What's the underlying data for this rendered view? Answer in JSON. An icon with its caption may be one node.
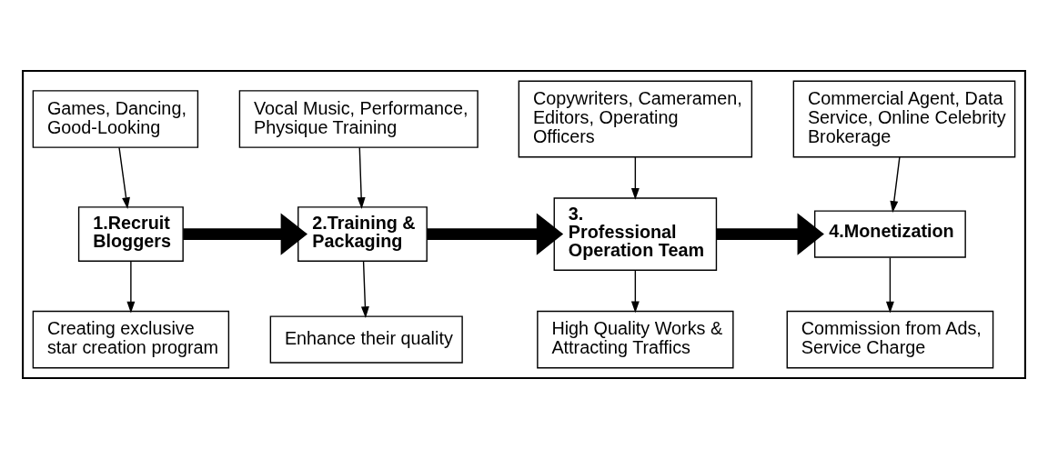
{
  "diagram": {
    "nodes": [
      {
        "text": [],
        "shape": "box"
      },
      {
        "text": [
          "Games, Dancing, Good-Looking"
        ],
        "in": 0
      },
      {
        "text": [
          "1.Recruit Bloggers"
        ],
        "in": 0
      },
      {
        "text": [
          "Creating exclusive star creation program"
        ],
        "in": 0
      },
      {
        "text": [
          "Vocal Music, Performance, Physique Training"
        ],
        "in": 0
      },
      {
        "text": [
          "2.Training & Packaging"
        ],
        "in": 0
      },
      {
        "text": [
          "Enhance their quality"
        ],
        "in": 0
      },
      {
        "text": [
          "Copywriters, Cameramen, Editors, Operating Officers"
        ],
        "in": 0
      },
      {
        "text": [
          "3. Professional Operation Team"
        ],
        "in": 0
      },
      {
        "text": [
          "High Quality Works & Attracting Traffics"
        ],
        "in": 0
      },
      {
        "text": [
          "Commercial Agent, Data Service, Online Celebrity Brokerage"
        ],
        "in": 0
      },
      {
        "text": [
          "4.Monetization"
        ],
        "in": 0
      },
      {
        "text": [
          "Commission from Ads, Service Charge"
        ],
        "in": 0
      }
    ],
    "edges": [
      {
        "from": 1,
        "to": 2,
        "arrow": "to"
      },
      {
        "from": 2,
        "to": 3,
        "arrow": "to"
      },
      {
        "from": 4,
        "to": 5,
        "arrow": "to"
      },
      {
        "from": 5,
        "to": 6,
        "arrow": "to"
      },
      {
        "from": 7,
        "to": 8,
        "arrow": "to"
      },
      {
        "from": 8,
        "to": 9,
        "arrow": "to"
      },
      {
        "from": 10,
        "to": 11,
        "arrow": "to"
      },
      {
        "from": 11,
        "to": 12,
        "arrow": "to"
      },
      {
        "from": 2,
        "to": 5,
        "arrow": "to",
        "style": "thick"
      },
      {
        "from": 5,
        "to": 8,
        "arrow": "to",
        "style": "thick"
      },
      {
        "from": 8,
        "to": 11,
        "arrow": "to",
        "style": "thick"
      }
    ]
  }
}
